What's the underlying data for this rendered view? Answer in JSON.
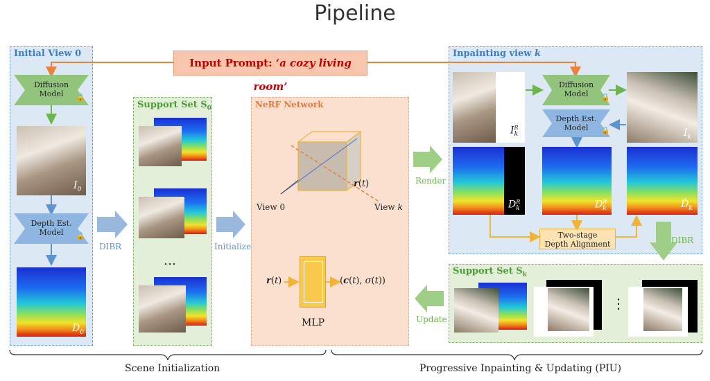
{
  "title": "Pipeline",
  "prompt": {
    "label": "Input Prompt:",
    "text": "‘a cozy living room’"
  },
  "initial_view": {
    "label": "Initial View 0",
    "diffusion": "Diffusion\nModel",
    "depth": "Depth Est.\nModel",
    "image_label": "I",
    "image_sub": "0",
    "depth_label": "D",
    "depth_sub": "0"
  },
  "support_set_0": {
    "label": "Support Set S",
    "sub": "0",
    "ellipsis": "…"
  },
  "arrows": {
    "dibr1": "DIBR",
    "initialize": "Initialize",
    "render": "Render",
    "dibr2": "DIBR",
    "update": "Update"
  },
  "nerf": {
    "label": "NeRF Network",
    "view0": "View 0",
    "viewk": "View k",
    "ray": "r(t)",
    "mlp_in": "r(t)",
    "mlp_out": "(c(t), σ(t))",
    "mlp": "MLP"
  },
  "inpainting": {
    "label": "Inpainting view k",
    "diffusion": "Diffusion\nModel",
    "depth": "Depth Est.\nModel",
    "ikr": "I",
    "ikr_sup": "R",
    "ikr_sub": "k",
    "ik": "I",
    "ik_sub": "k",
    "dkr": "D",
    "dkr_sup": "R",
    "dkr_sub": "k",
    "dkb": "D",
    "dkb_sup": "B",
    "dkb_sub": "k",
    "dkhat": "D̂",
    "dkhat_sub": "k",
    "alignment": "Two-stage\nDepth Alignment"
  },
  "support_set_k": {
    "label": "Support Set S",
    "sub": "k",
    "ellipsis": "⋮"
  },
  "captions": {
    "scene_init": "Scene Initialization",
    "piu": "Progressive Inpainting & Updating (PIU)"
  },
  "colors": {
    "blue": "#6a9fd1",
    "green": "#7fb46a",
    "orange": "#e8823f",
    "yellow": "#f5c34a",
    "arrow_blue": "#9ab8de",
    "arrow_green": "#9fce87"
  }
}
